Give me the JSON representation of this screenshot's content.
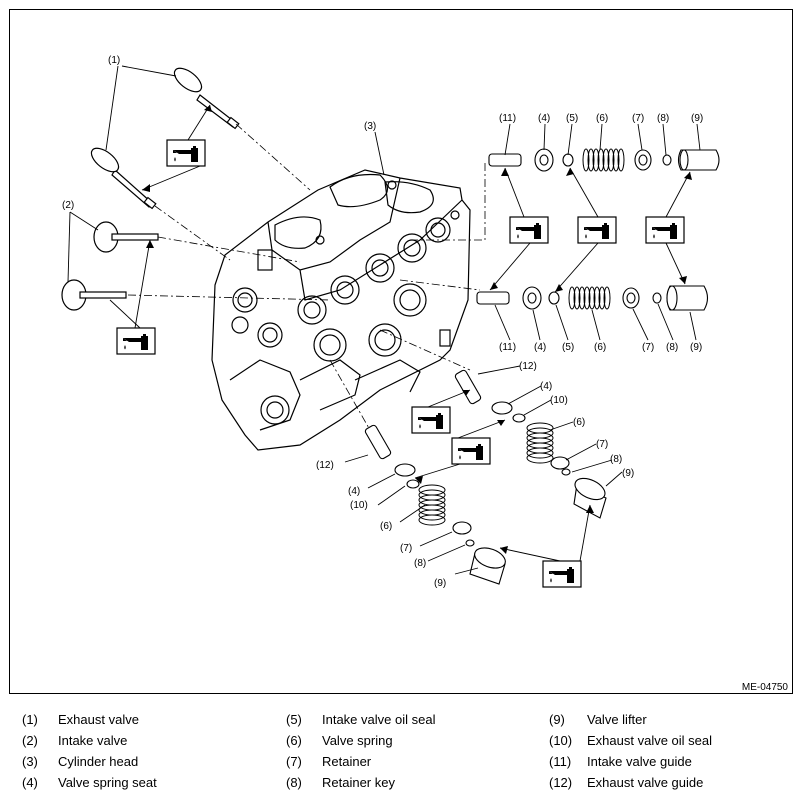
{
  "figure_code": "ME-04750",
  "callouts": {
    "c1": "(1)",
    "c2": "(2)",
    "c3": "(3)",
    "c11a": "(11)",
    "c4a": "(4)",
    "c5a": "(5)",
    "c6a": "(6)",
    "c7a": "(7)",
    "c8a": "(8)",
    "c9a": "(9)",
    "c11b": "(11)",
    "c4b": "(4)",
    "c5b": "(5)",
    "c6b": "(6)",
    "c7b": "(7)",
    "c8b": "(8)",
    "c9b": "(9)",
    "c12a": "(12)",
    "c4c": "(4)",
    "c10a": "(10)",
    "c6c": "(6)",
    "c7c": "(7)",
    "c8c": "(8)",
    "c9c": "(9)",
    "c12b": "(12)",
    "c4d": "(4)",
    "c10b": "(10)",
    "c6d": "(6)",
    "c7d": "(7)",
    "c8d": "(8)",
    "c9d": "(9)"
  },
  "legend": [
    {
      "num": "(1)",
      "label": "Exhaust valve"
    },
    {
      "num": "(2)",
      "label": "Intake valve"
    },
    {
      "num": "(3)",
      "label": "Cylinder head"
    },
    {
      "num": "(4)",
      "label": "Valve spring seat"
    },
    {
      "num": "(5)",
      "label": "Intake valve oil seal"
    },
    {
      "num": "(6)",
      "label": "Valve spring"
    },
    {
      "num": "(7)",
      "label": "Retainer"
    },
    {
      "num": "(8)",
      "label": "Retainer key"
    },
    {
      "num": "(9)",
      "label": "Valve lifter"
    },
    {
      "num": "(10)",
      "label": "Exhaust valve oil seal"
    },
    {
      "num": "(11)",
      "label": "Intake valve guide"
    },
    {
      "num": "(12)",
      "label": "Exhaust valve guide"
    }
  ],
  "icons": [
    "oil-can-icon"
  ]
}
